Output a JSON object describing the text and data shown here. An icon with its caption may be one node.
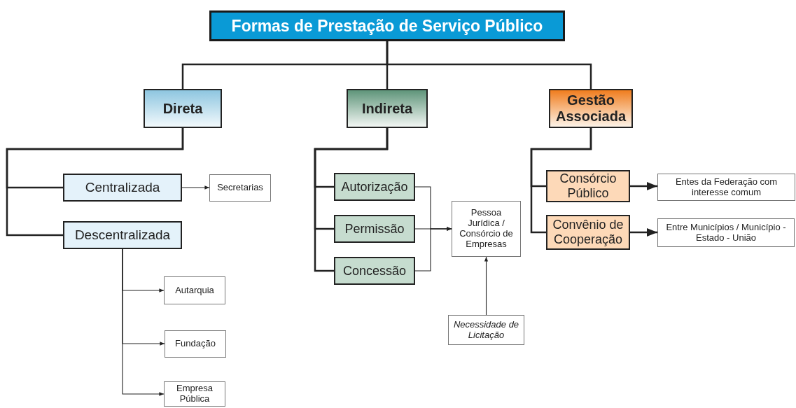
{
  "diagram": {
    "nodes": [
      {
        "text": [
          "Formas de Prestação de Serviço Público"
        ]
      },
      {
        "text": [
          "Direta"
        ]
      },
      {
        "text": [
          "Indireta"
        ]
      },
      {
        "text": [
          "Gestão Associada"
        ]
      },
      {
        "text": [
          "Centralizada"
        ]
      },
      {
        "text": [
          "Descentralizada"
        ]
      },
      {
        "text": [
          "Secretarias"
        ]
      },
      {
        "text": [
          "Autarquia"
        ]
      },
      {
        "text": [
          "Fundação"
        ]
      },
      {
        "text": [
          "Empresa Pública"
        ]
      },
      {
        "text": [
          "Autorização"
        ]
      },
      {
        "text": [
          "Permissão"
        ]
      },
      {
        "text": [
          "Concessão"
        ]
      },
      {
        "text": [
          "Pessoa Jurídica / Consórcio de Empresas"
        ]
      },
      {
        "text": [
          "Necessidade de Licitação"
        ]
      },
      {
        "text": [
          "Consórcio Público"
        ]
      },
      {
        "text": [
          "Convênio de Cooperação"
        ]
      },
      {
        "text": [
          "Entes da Federação com interesse comum"
        ]
      },
      {
        "text": [
          "Entre Municípios / Município - Estado - União"
        ]
      }
    ],
    "edges": [
      {
        "from": 0,
        "to": 1,
        "arrow": "none"
      },
      {
        "from": 0,
        "to": 2,
        "arrow": "none"
      },
      {
        "from": 0,
        "to": 3,
        "arrow": "none"
      },
      {
        "from": 1,
        "to": 4,
        "arrow": "none"
      },
      {
        "from": 1,
        "to": 5,
        "arrow": "none"
      },
      {
        "from": 4,
        "to": 6,
        "arrow": "to"
      },
      {
        "from": 5,
        "to": 7,
        "arrow": "to"
      },
      {
        "from": 5,
        "to": 8,
        "arrow": "to"
      },
      {
        "from": 5,
        "to": 9,
        "arrow": "to"
      },
      {
        "from": 2,
        "to": 10,
        "arrow": "none"
      },
      {
        "from": 2,
        "to": 11,
        "arrow": "none"
      },
      {
        "from": 2,
        "to": 12,
        "arrow": "none"
      },
      {
        "from": 10,
        "to": 13,
        "arrow": "to"
      },
      {
        "from": 11,
        "to": 13,
        "arrow": "to"
      },
      {
        "from": 12,
        "to": 13,
        "arrow": "to"
      },
      {
        "from": 14,
        "to": 13,
        "arrow": "to"
      },
      {
        "from": 3,
        "to": 15,
        "arrow": "none"
      },
      {
        "from": 3,
        "to": 16,
        "arrow": "none"
      },
      {
        "from": 15,
        "to": 17,
        "arrow": "to"
      },
      {
        "from": 16,
        "to": 18,
        "arrow": "to"
      }
    ]
  }
}
